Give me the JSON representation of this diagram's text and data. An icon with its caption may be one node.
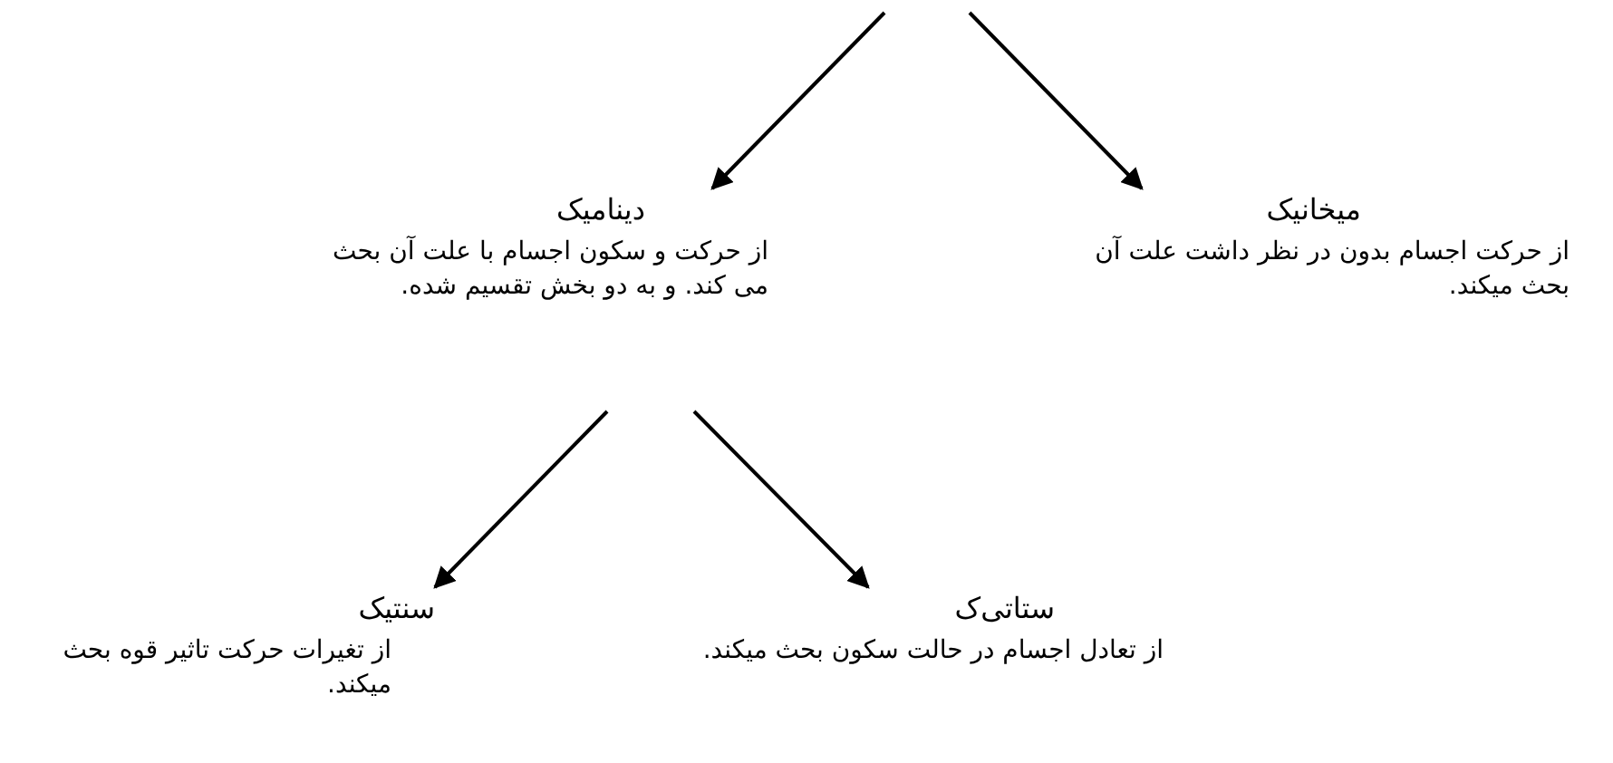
{
  "diagram": {
    "nodes": [
      {
        "text": [
          "میخانیک",
          "از حرکت اجسام بدون در نظر داشت علت آن بحث میکند."
        ]
      },
      {
        "text": [
          "دینامیک",
          "از حرکت و سکون اجسام با علت آن بحث می کند. و به دو بخش تقسیم شده."
        ]
      },
      {
        "text": [
          "سنتیک",
          "از تغیرات حرکت تاثیر قوه بحث میکند."
        ]
      },
      {
        "text": [
          "ستاتی‌ک",
          "از تعادل اجسام در حالت سکون بحث میکند."
        ]
      }
    ],
    "edges": [
      {
        "from": null,
        "to": 1,
        "arrow": "to"
      },
      {
        "from": null,
        "to": 0,
        "arrow": "to"
      },
      {
        "from": 1,
        "to": 2,
        "arrow": "to"
      },
      {
        "from": 1,
        "to": 3,
        "arrow": "to"
      }
    ]
  }
}
